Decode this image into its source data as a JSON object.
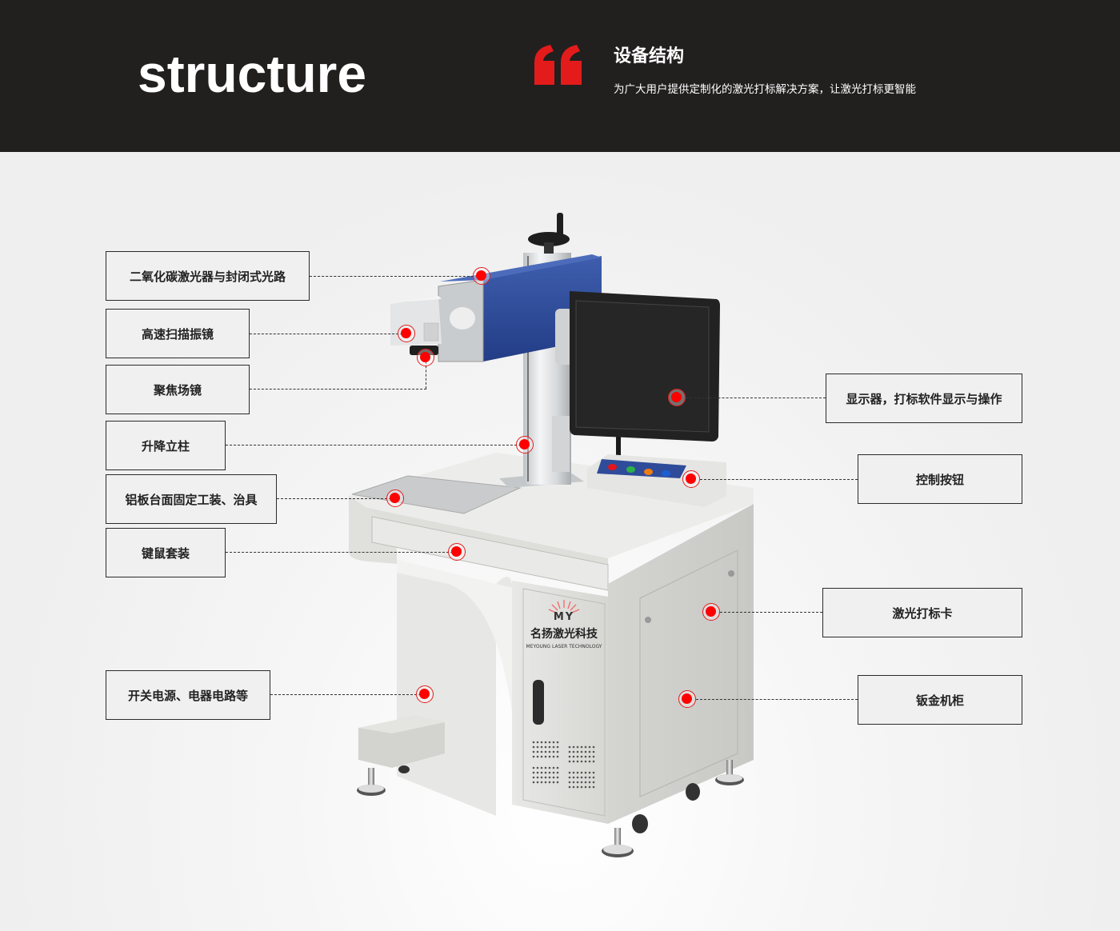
{
  "header": {
    "title": "structure",
    "quote_icon": "quote-mark-icon",
    "section_title": "设备结构",
    "section_subtitle": "为广大用户提供定制化的激光打标解决方案，让激光打标更智能",
    "accent_color": "#e41b1b",
    "background_color": "#221f1f"
  },
  "product": {
    "brand_cn": "名扬激光科技",
    "brand_en": "MEYOUNG LASER TECHNOLOGY",
    "brand_logo": "MY",
    "control_buttons": [
      "#e8141b",
      "#2cb14a",
      "#ef7d12",
      "#1d5fd0"
    ]
  },
  "callouts": {
    "left": [
      {
        "label": "二氧化碳激光器与封闭式光路"
      },
      {
        "label": "高速扫描振镜"
      },
      {
        "label": "聚焦场镜"
      },
      {
        "label": "升降立柱"
      },
      {
        "label": "铝板台面固定工装、治具"
      },
      {
        "label": "键鼠套装"
      },
      {
        "label": "开关电源、电器电路等"
      }
    ],
    "right": [
      {
        "label": "显示器，打标软件显示与操作"
      },
      {
        "label": "控制按钮"
      },
      {
        "label": "激光打标卡"
      },
      {
        "label": "钣金机柜"
      }
    ]
  }
}
